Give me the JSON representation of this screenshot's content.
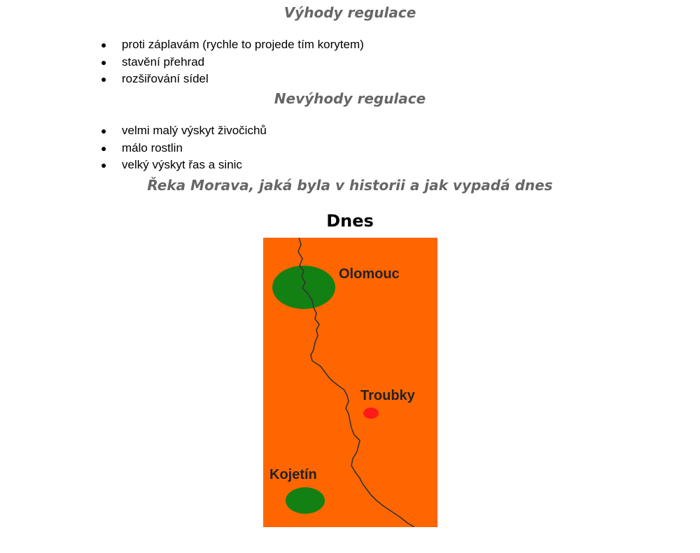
{
  "advantages": {
    "heading": "Výhody regulace",
    "items": [
      "proti záplavám (rychle to projede tím korytem)",
      "stavění přehrad",
      "rozšiřování sídel"
    ]
  },
  "disadvantages": {
    "heading": "Nevýhody regulace",
    "items": [
      "velmi malý výskyt živočichů",
      "málo rostlin",
      "velký výskyt řas a sinic"
    ]
  },
  "section_heading": "Řeka Morava, jaká byla v historii a jak vypadá dnes",
  "map": {
    "title": "Dnes",
    "bullet_glyph": "●",
    "colors": {
      "background": "#ff6600",
      "city": "#138013",
      "village": "#ff1a1a",
      "river": "#333333"
    },
    "labels": {
      "olomouc": "Olomouc",
      "troubky": "Troubky",
      "kojetin": "Kojetín"
    }
  }
}
